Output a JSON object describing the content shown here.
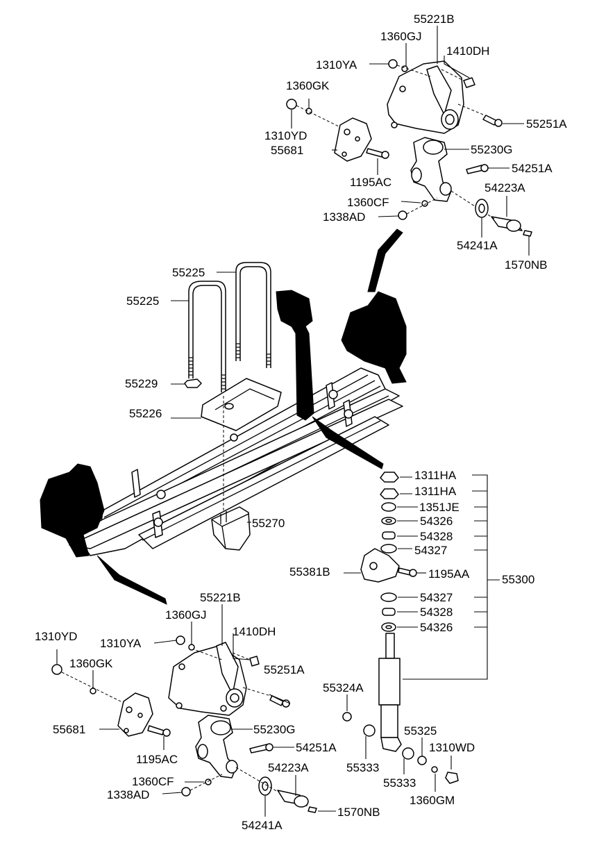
{
  "labels": {
    "p55221B_top": "55221B",
    "p1360GJ_top": "1360GJ",
    "p1410DH_top": "1410DH",
    "p1310YA_top": "1310YA",
    "p1360GK_top": "1360GK",
    "p1310YD_top": "1310YD",
    "p55681_top": "55681",
    "p55251A_top": "55251A",
    "p55230G_top": "55230G",
    "p54251A_top": "54251A",
    "p1195AC_top": "1195AC",
    "p54223A_top": "54223A",
    "p1360CF_top": "1360CF",
    "p1338AD_top": "1338AD",
    "p54241A_top": "54241A",
    "p1570NB_top": "1570NB",
    "p55225_a": "55225",
    "p55225_b": "55225",
    "p55229": "55229",
    "p55226": "55226",
    "p55270": "55270",
    "p1311HA_a": "1311HA",
    "p1311HA_b": "1311HA",
    "p1351JE": "1351JE",
    "p54326_a": "54326",
    "p54328_a": "54328",
    "p54327_a": "54327",
    "p55381B": "55381B",
    "p1195AA": "1195AA",
    "p55300": "55300",
    "p54327_b": "54327",
    "p54328_b": "54328",
    "p54326_b": "54326",
    "p55221B_bot": "55221B",
    "p1360GJ_bot": "1360GJ",
    "p1310YD_bot": "1310YD",
    "p1310YA_bot": "1310YA",
    "p1410DH_bot": "1410DH",
    "p1360GK_bot": "1360GK",
    "p55251A_bot": "55251A",
    "p55681_bot": "55681",
    "p55230G_bot": "55230G",
    "p1195AC_bot": "1195AC",
    "p54251A_bot": "54251A",
    "p54223A_bot": "54223A",
    "p1360CF_bot": "1360CF",
    "p1338AD_bot": "1338AD",
    "p54241A_bot": "54241A",
    "p1570NB_bot": "1570NB",
    "p55324A": "55324A",
    "p55325": "55325",
    "p1310WD": "1310WD",
    "p55333_a": "55333",
    "p55333_b": "55333",
    "p1360GM": "1360GM"
  }
}
